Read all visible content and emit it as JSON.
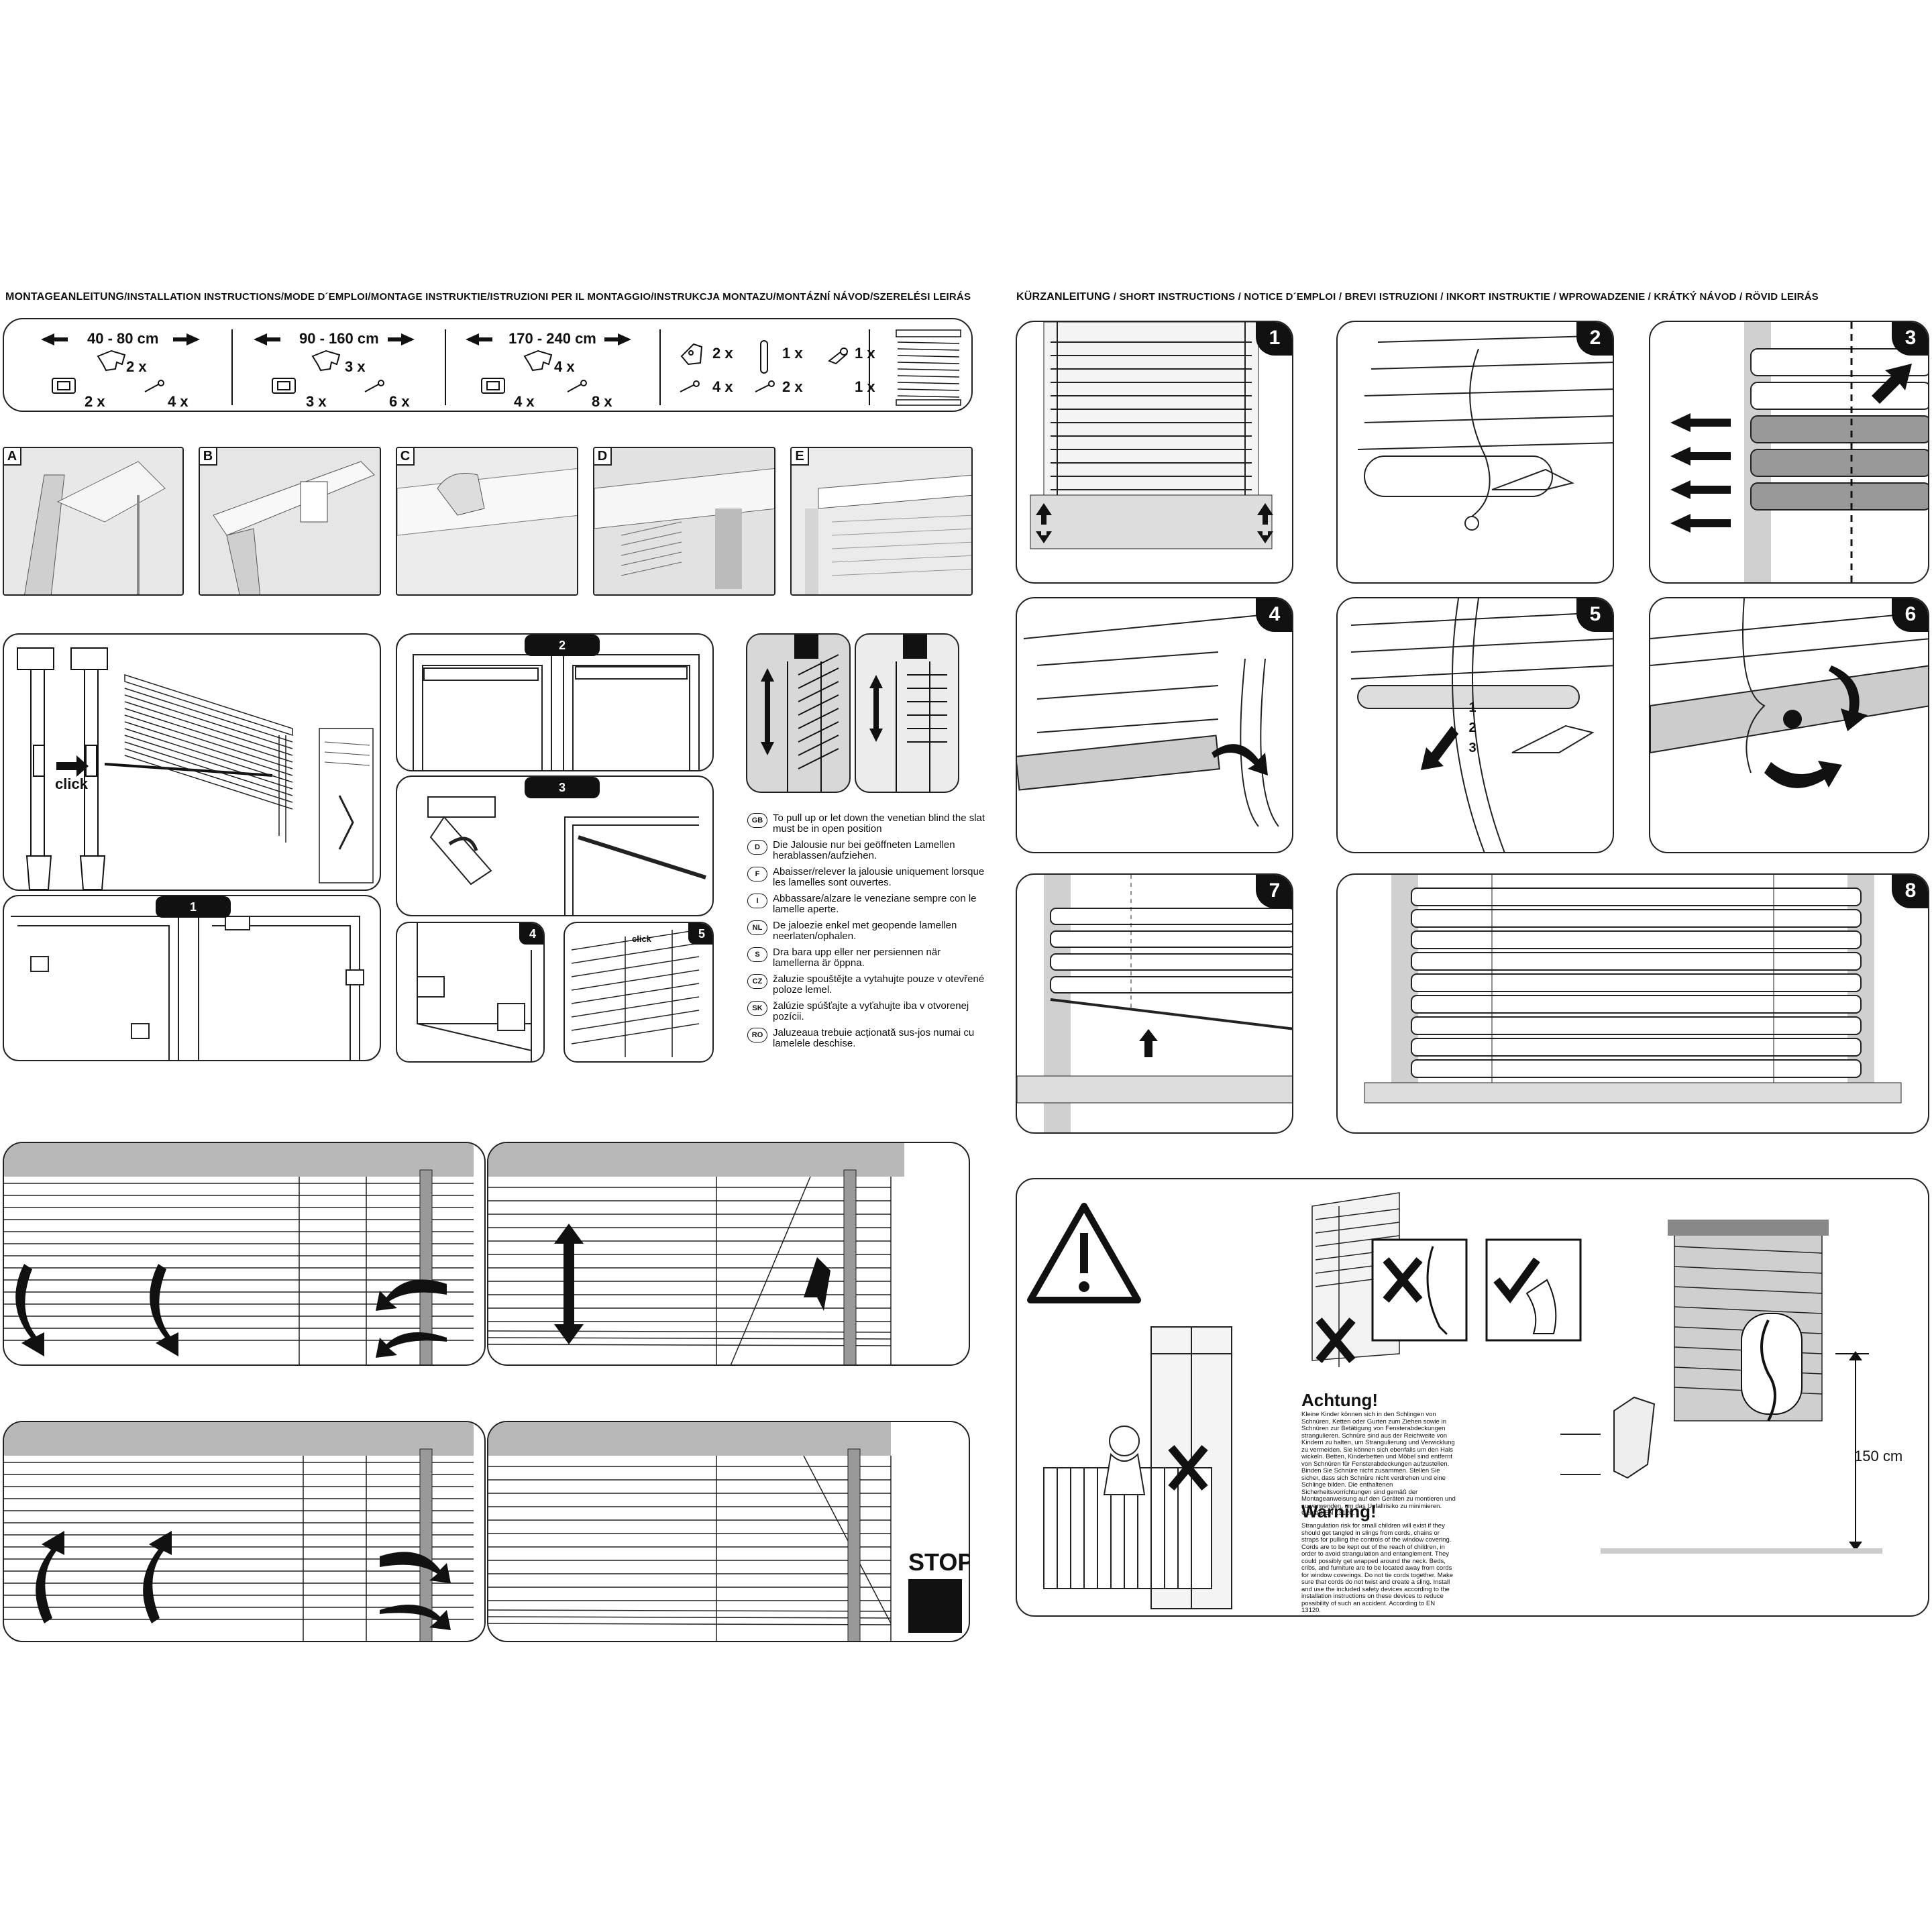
{
  "left_header": {
    "bold": "MONTAGEANLEITUNG",
    "rest": "/INSTALLATION INSTRUCTIONS/MODE D´EMPLOI/MONTAGE INSTRUKTIE/ISTRUZIONI PER IL MONTAGGIO/INSTRUKCJA MONTAZU/MONTÁZNÍ NÁVOD/SZERELÉSI LEIRÁS"
  },
  "right_header": {
    "bold": "KÜRZANLEITUNG",
    "rest": " / SHORT INSTRUCTIONS / NOTICE D´EMPLOI / BREVI ISTRUZIONI / INKORT INSTRUKTIE / WPROWADZENIE / KRÁTKÝ NÁVOD / RÖVID LEIRÁS"
  },
  "parts": {
    "ranges": [
      {
        "label": "40 - 80 cm",
        "bracket": "2 x",
        "clip": "2 x",
        "screw": "4 x"
      },
      {
        "label": "90 - 160 cm",
        "bracket": "3 x",
        "clip": "3 x",
        "screw": "6 x"
      },
      {
        "label": "170 - 240 cm",
        "bracket": "4 x",
        "clip": "4 x",
        "screw": "8 x"
      }
    ],
    "extras": {
      "holder": "2 x",
      "holder_screw": "4 x",
      "wand": "1 x",
      "wand_screw": "2 x",
      "hook": "1 x",
      "blind": "1 x"
    }
  },
  "step_letters": [
    "A",
    "B",
    "C",
    "D",
    "E"
  ],
  "mount": {
    "click": "click",
    "step1": "1",
    "step2": "2",
    "step3": "3",
    "step4": "4",
    "step5": "5",
    "click5": "click"
  },
  "languages": [
    {
      "code": "GB",
      "text": "To pull up or let down the venetian blind the slat must be in open position"
    },
    {
      "code": "D",
      "text": "Die Jalousie nur bei geöffneten Lamellen herablassen/aufziehen."
    },
    {
      "code": "F",
      "text": "Abaisser/relever la jalousie uniquement lorsque les lamelles sont ouvertes."
    },
    {
      "code": "I",
      "text": "Abbassare/alzare le veneziane sempre con le lamelle aperte."
    },
    {
      "code": "NL",
      "text": "De jaloezie enkel met geopende lamellen neerlaten/ophalen."
    },
    {
      "code": "S",
      "text": "Dra bara upp eller ner persiennen när lamellerna är öppna."
    },
    {
      "code": "CZ",
      "text": "žaluzie spouštějte a vytahujte pouze v otevřené poloze lemel."
    },
    {
      "code": "SK",
      "text": "žalúzie spúšťajte a vyťahujte iba v otvorenej pozícii."
    },
    {
      "code": "RO",
      "text": "Jaluzeaua trebuie acționată sus-jos numai cu lamelele deschise."
    }
  ],
  "stop_label": "STOP",
  "short_steps": [
    "1",
    "2",
    "3",
    "4",
    "5",
    "6",
    "7",
    "8"
  ],
  "slat_numbers": [
    "1",
    "2",
    "3"
  ],
  "warning": {
    "de_title": "Achtung!",
    "de_text": "Kleine Kinder können sich in den Schlingen von Schnüren, Ketten oder Gurten zum Ziehen sowie in Schnüren zur Betätigung von Fensterabdeckungen strangulieren. Schnüre sind aus der Reichweite von Kindern zu halten, um Strangulierung und Verwicklung zu vermeiden. Sie können sich ebenfalls um den Hals wickeln. Betten, Kinderbetten und Möbel sind entfernt von Schnüren für Fensterabdeckungen aufzustellen. Binden Sie Schnüre nicht zusammen. Stellen Sie sicher, dass sich Schnüre nicht verdrehen und eine Schlinge bilden. Die enthaltenen Sicherheitsvorrichtungen sind gemäß der Montageanweisung auf den Geräten zu montieren und zu verwenden, um das Unfallrisiko zu minimieren. Gemäß EN 13120.",
    "en_title": "Warning!",
    "en_text": "Strangulation risk for small children will exist if they should get tangled in slings from cords, chains or straps for pulling the controls of the window covering. Cords are to be kept out of the reach of children, in order to avoid strangulation and entanglement. They could possibly get wrapped around the neck. Beds, cribs, and furniture are to be located away from cords for window coverings. Do not tie cords together. Make sure that cords do not twist and create a sling. Install and use the included safety devices according to the installation instructions on these devices to reduce possibility of such an accident. According to EN 13120.",
    "height": "150 cm"
  }
}
